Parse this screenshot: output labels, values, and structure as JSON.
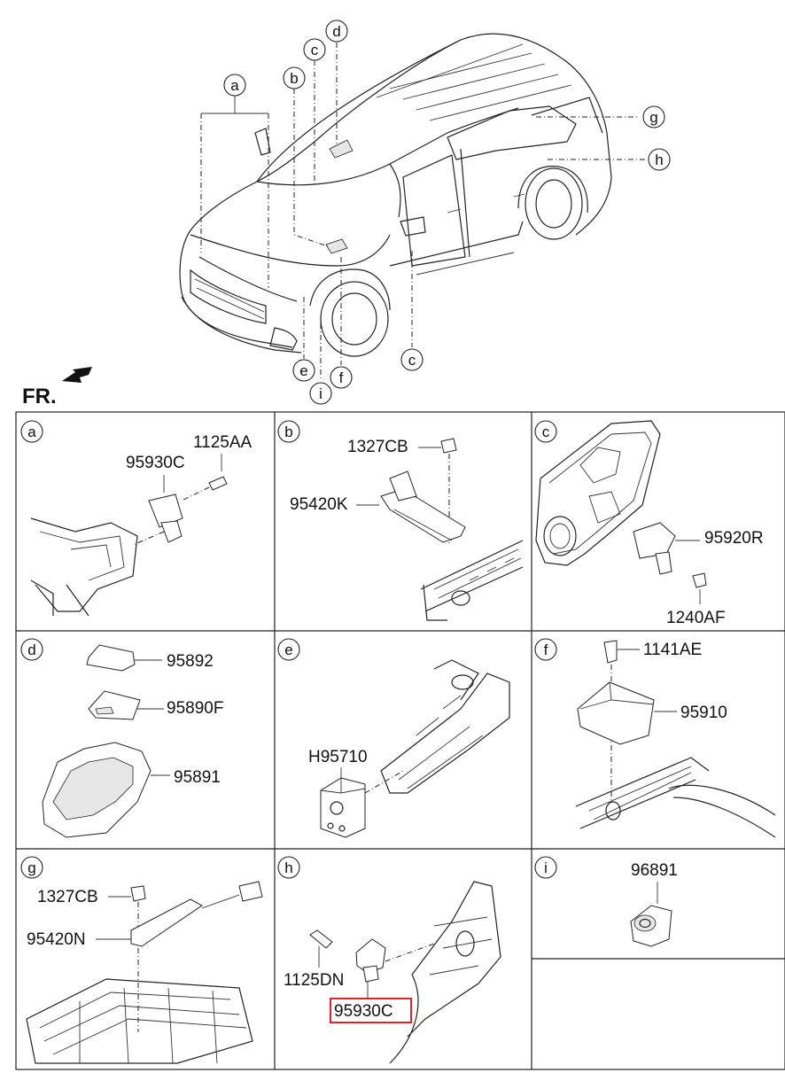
{
  "direction_label": "FR.",
  "overview_callouts": [
    "a",
    "b",
    "c",
    "d",
    "c",
    "e",
    "i",
    "f",
    "g",
    "h"
  ],
  "highlight_color": "#e0202a",
  "panels": {
    "a": {
      "letter": "a",
      "parts": [
        "1125AA",
        "95930C"
      ]
    },
    "b": {
      "letter": "b",
      "parts": [
        "1327CB",
        "95420K"
      ]
    },
    "c": {
      "letter": "c",
      "parts": [
        "95920R",
        "1240AF"
      ]
    },
    "d": {
      "letter": "d",
      "parts": [
        "95892",
        "95890F",
        "95891"
      ]
    },
    "e": {
      "letter": "e",
      "parts": [
        "H95710"
      ]
    },
    "f": {
      "letter": "f",
      "parts": [
        "1141AE",
        "95910"
      ]
    },
    "g": {
      "letter": "g",
      "parts": [
        "1327CB",
        "95420N"
      ]
    },
    "h": {
      "letter": "h",
      "parts": [
        "1125DN",
        "95930C"
      ]
    },
    "i": {
      "letter": "i",
      "parts": [
        "96891"
      ]
    }
  }
}
